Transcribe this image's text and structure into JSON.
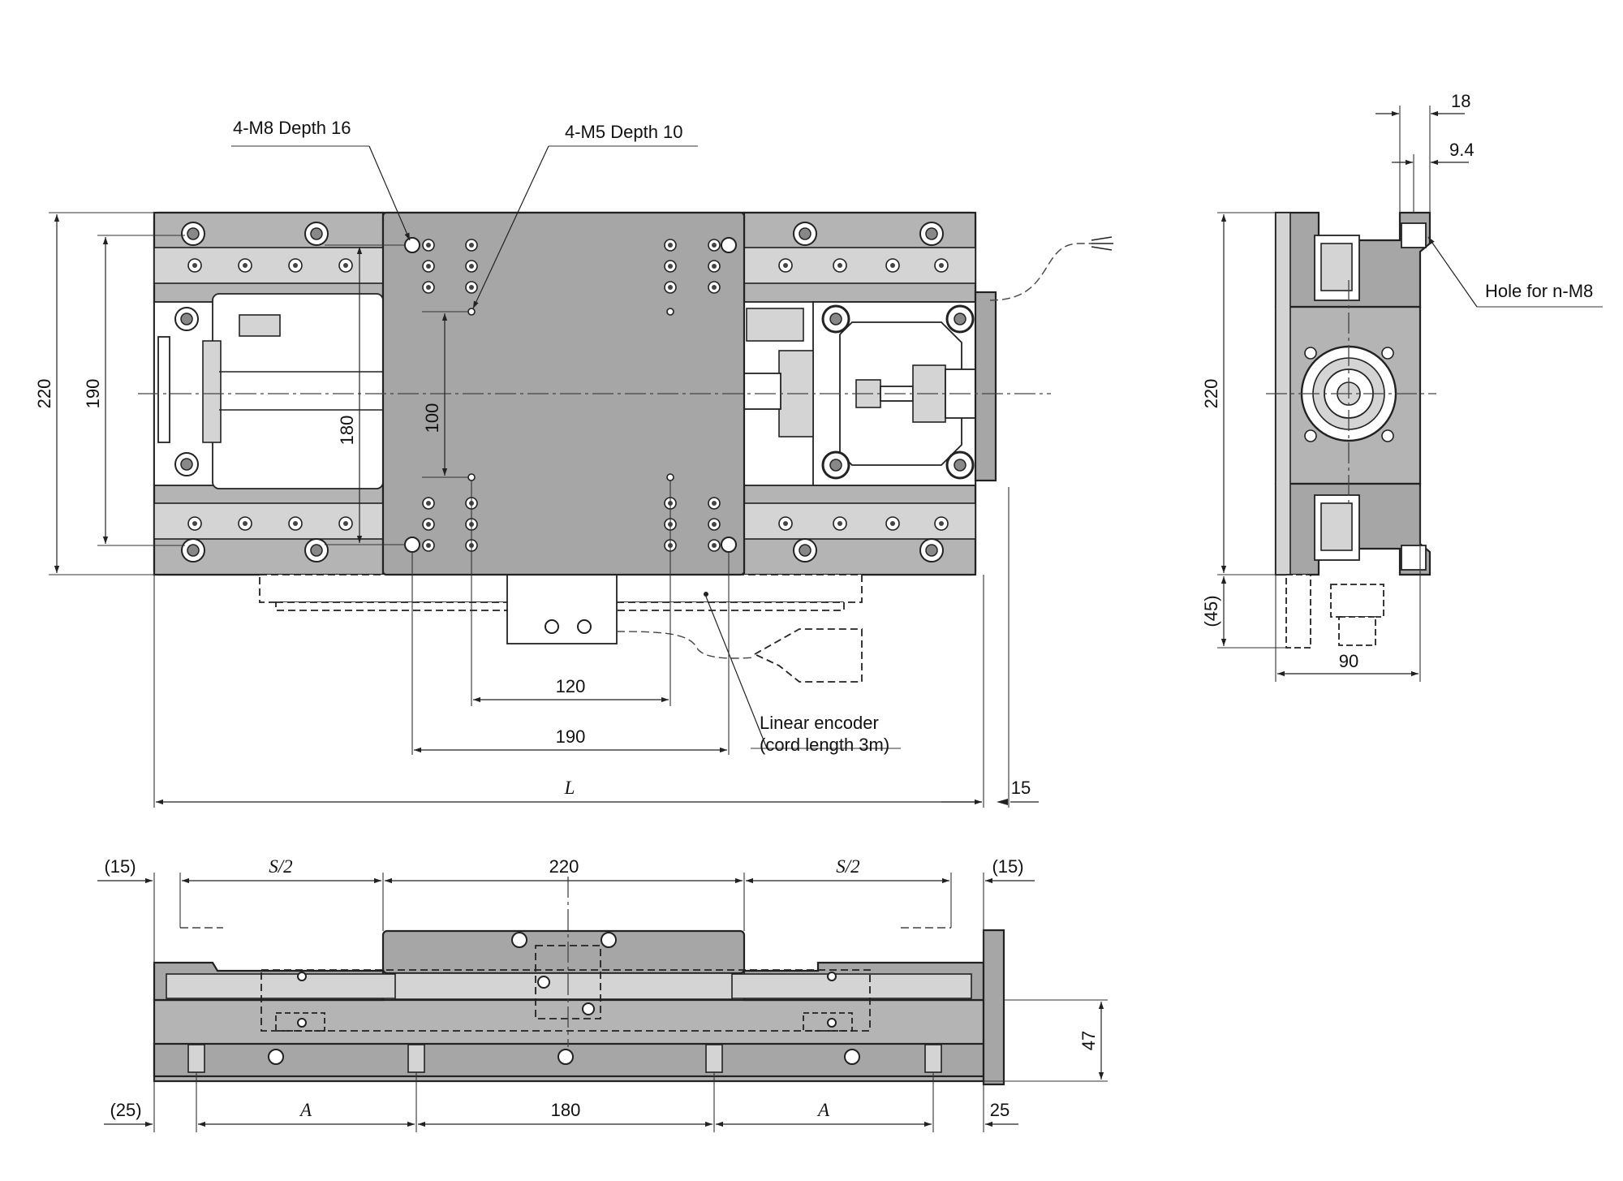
{
  "top_view": {
    "callouts": {
      "m8_holes": "4-M8 Depth 16",
      "m5_holes": "4-M5 Depth 10",
      "encoder_line1": "Linear encoder",
      "encoder_line2": "(cord length 3m)"
    },
    "dims": {
      "overall_width": "220",
      "rail_pitch": "190",
      "m8_pitch_y": "180",
      "m5_pitch_y": "100",
      "m5_pitch_x": "120",
      "m8_pitch_x": "190",
      "length": "L",
      "motor_offset": "15"
    }
  },
  "side_view": {
    "callouts": {
      "mount_hole": "Hole for n-M8"
    },
    "dims": {
      "flange": "18",
      "hole_offset": "9.4",
      "height": "220",
      "encoder_drop": "(45)",
      "width": "90"
    }
  },
  "front_view": {
    "dims": {
      "left_margin_top": "(15)",
      "stroke_half_left": "S/2",
      "table_width": "220",
      "stroke_half_right": "S/2",
      "right_margin_top": "(15)",
      "base_height": "47",
      "left_margin_bottom": "(25)",
      "pitch_a_left": "A",
      "center_pitch": "180",
      "pitch_a_right": "A",
      "right_margin_bottom": "25"
    }
  }
}
